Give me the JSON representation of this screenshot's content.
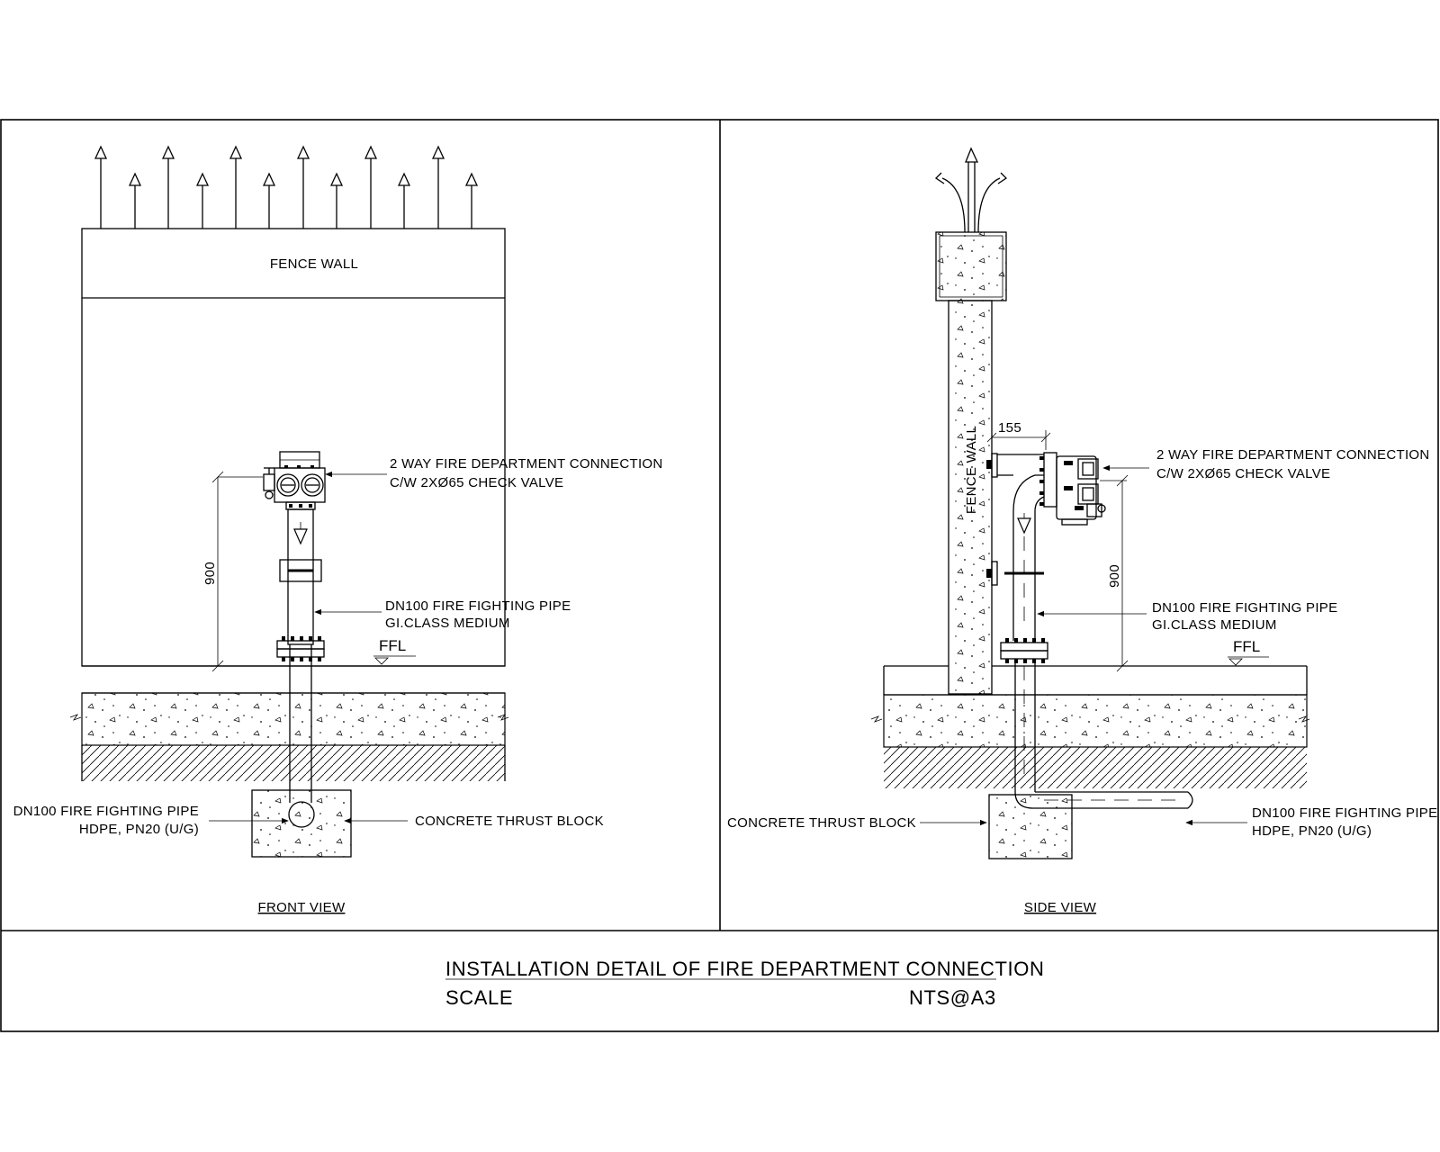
{
  "front": {
    "fence_wall_label": "FENCE WALL",
    "fdc_label_line1": "2 WAY FIRE DEPARTMENT CONNECTION",
    "fdc_label_line2": "C/W 2XØ65 CHECK VALVE",
    "dimension": "900",
    "pipe_label_line1": "DN100 FIRE FIGHTING PIPE",
    "pipe_label_line2": "GI.CLASS MEDIUM",
    "ffl": "FFL",
    "ug_pipe_line1": "DN100 FIRE FIGHTING PIPE",
    "ug_pipe_line2": "HDPE, PN20 (U/G)",
    "thrust_block": "CONCRETE THRUST BLOCK",
    "view_label": "FRONT VIEW"
  },
  "side": {
    "fence_wall_label": "FENCE WALL",
    "offset_dim": "155",
    "fdc_label_line1": "2 WAY FIRE DEPARTMENT CONNECTION",
    "fdc_label_line2": "C/W 2XØ65 CHECK VALVE",
    "dimension": "900",
    "pipe_label_line1": "DN100 FIRE FIGHTING PIPE",
    "pipe_label_line2": "GI.CLASS MEDIUM",
    "ffl": "FFL",
    "thrust_block": "CONCRETE THRUST BLOCK",
    "ug_pipe_line1": "DN100 FIRE FIGHTING PIPE",
    "ug_pipe_line2": "HDPE, PN20 (U/G)",
    "view_label": "SIDE VIEW"
  },
  "title_block": {
    "title": "INSTALLATION DETAIL OF FIRE DEPARTMENT CONNECTION",
    "scale_label": "SCALE",
    "scale_value": "NTS@A3"
  }
}
